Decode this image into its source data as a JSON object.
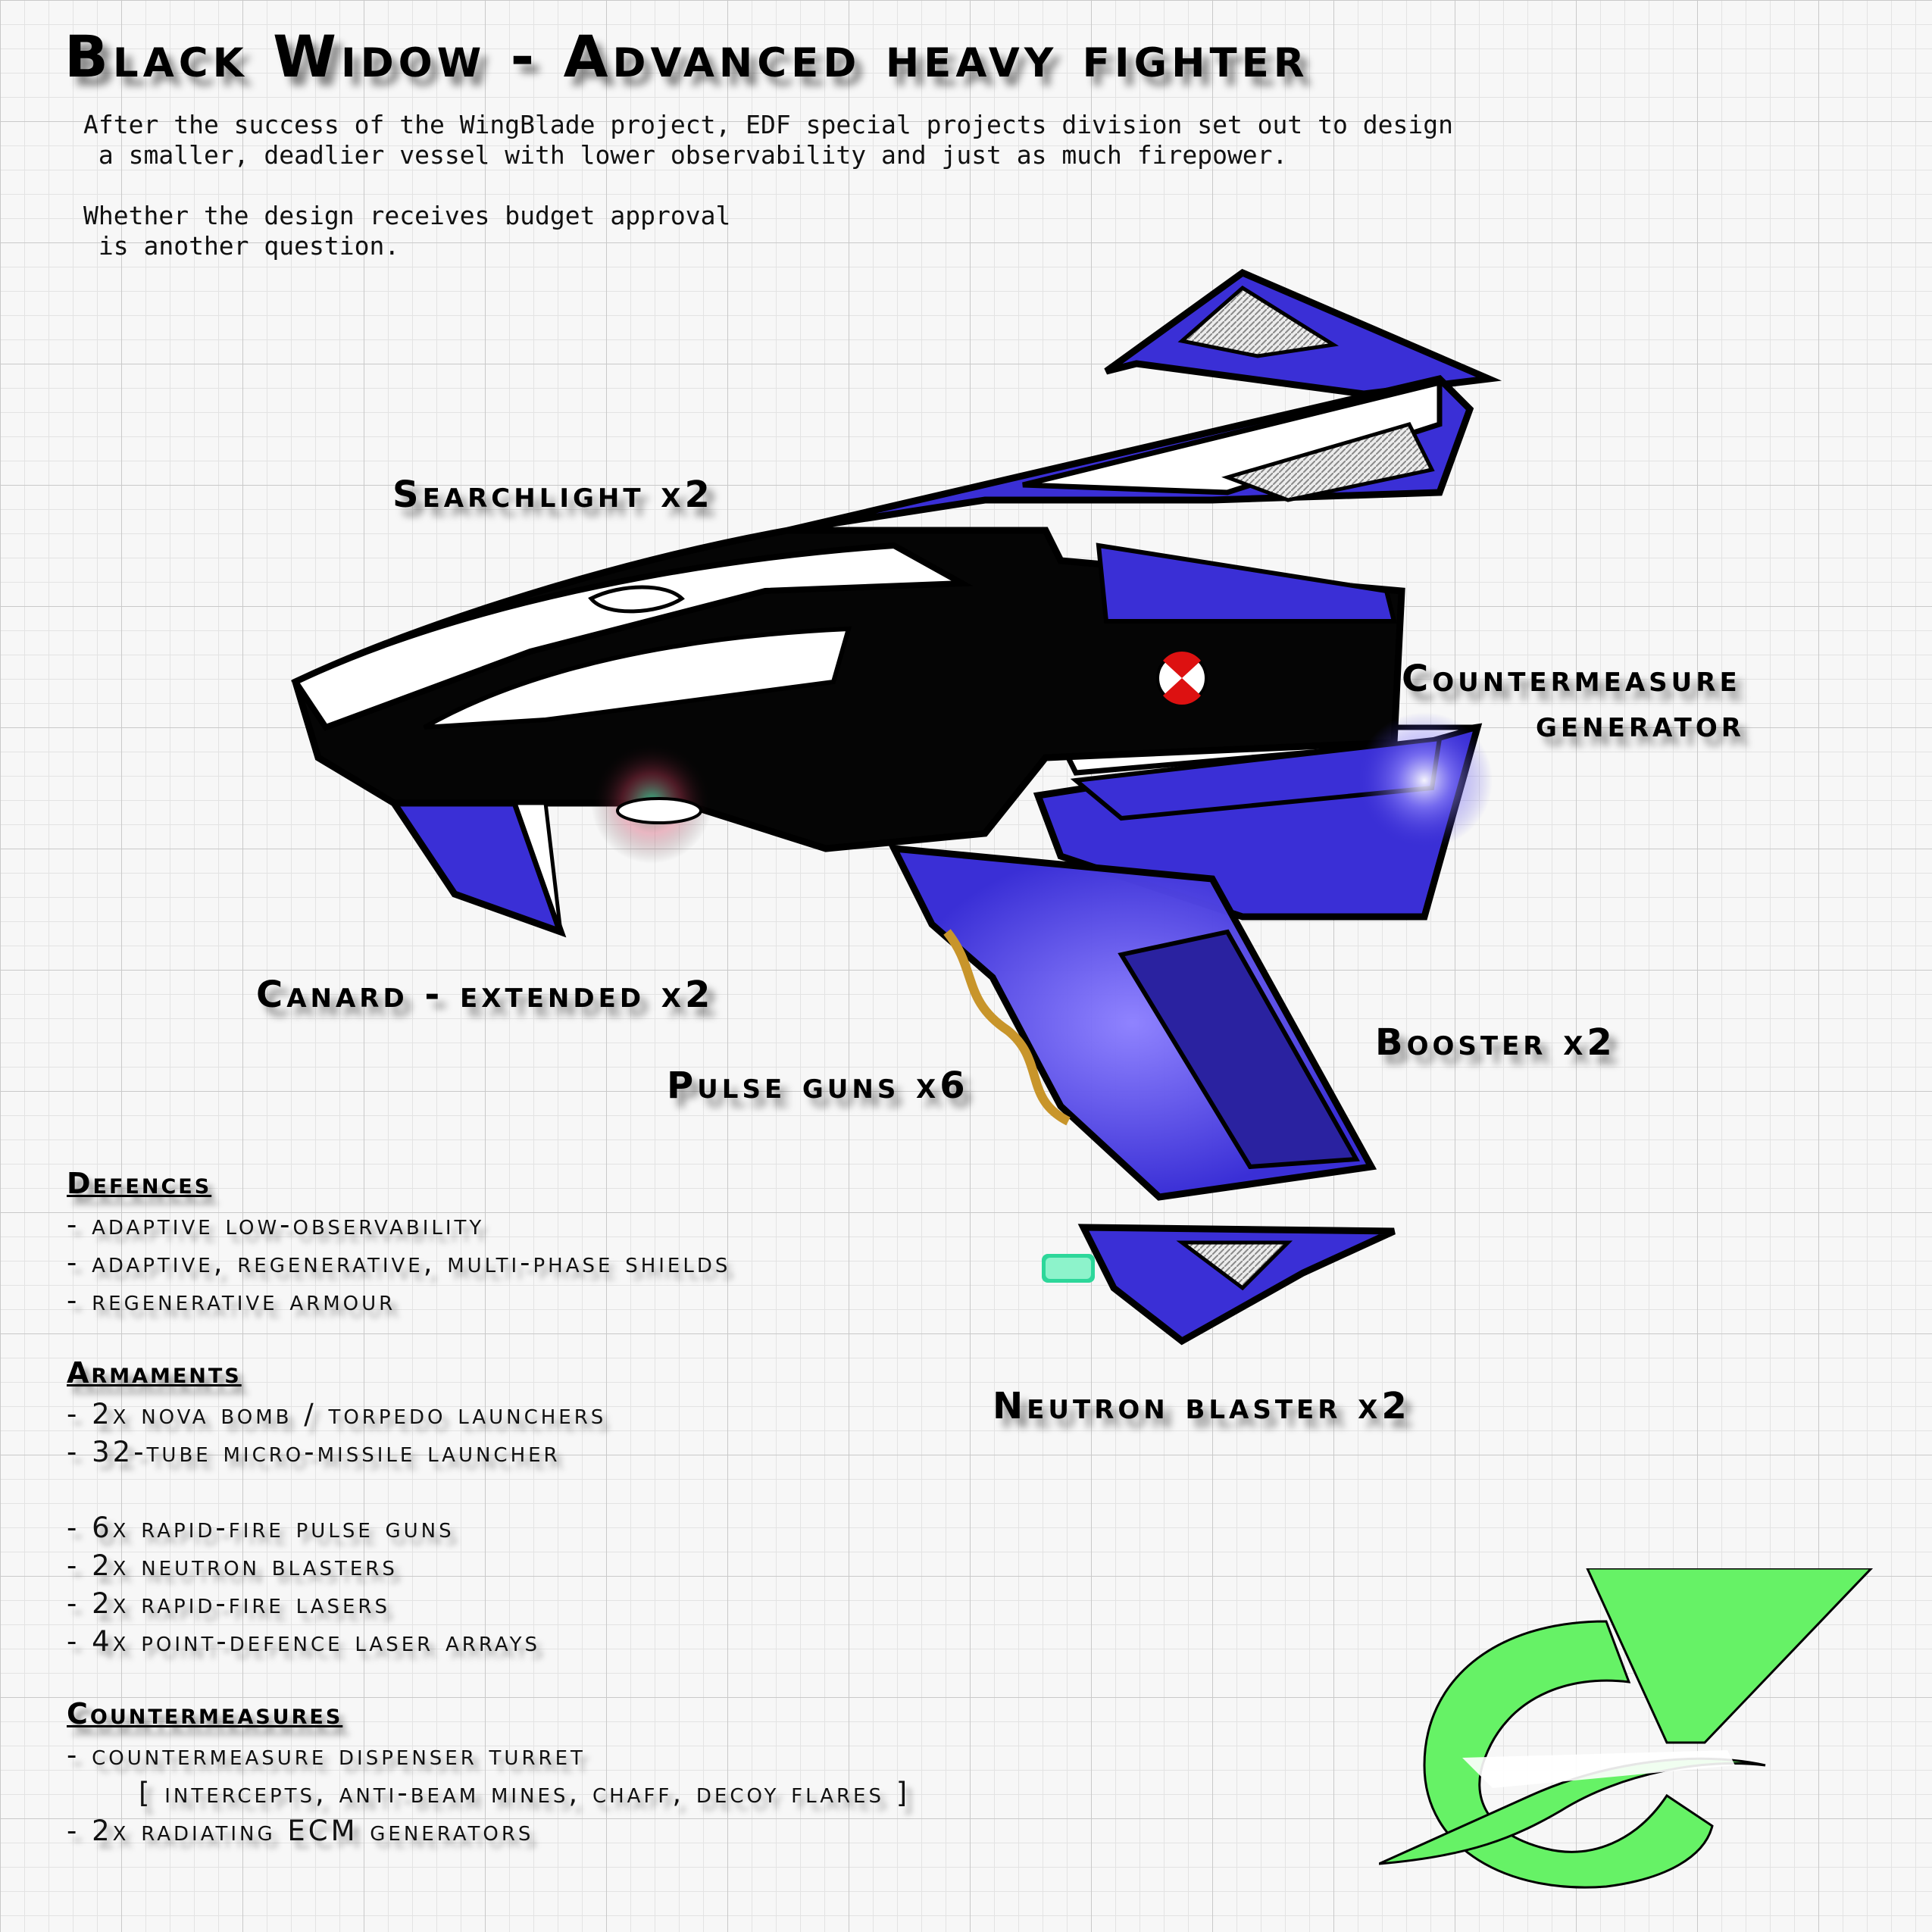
{
  "title": "Black Widow - Advanced heavy fighter",
  "intro": {
    "paragraph1": "After the success of the WingBlade project, EDF special projects division set out to design\n a smaller, deadlier vessel with lower observability and just as much firepower.",
    "paragraph2": "Whether the design receives budget approval\n is another question."
  },
  "callouts": {
    "searchlight": "Searchlight x2",
    "countermeasure_line1": "Countermeasure",
    "countermeasure_line2": "generator",
    "canard": "Canard - extended x2",
    "booster": "Booster x2",
    "pulse_guns": "Pulse guns x6",
    "neutron_blaster": "Neutron blaster x2"
  },
  "defences": {
    "heading": "Defences",
    "items": [
      "- adaptive low-observability",
      "- adaptive, regenerative, multi-phase shields",
      "- regenerative armour"
    ]
  },
  "armaments": {
    "heading": "Armaments",
    "items": [
      "- 2x nova bomb / torpedo launchers",
      "- 32-tube micro-missile launcher",
      "- 6x rapid-fire pulse guns",
      "- 2x neutron blasters",
      "- 2x rapid-fire lasers",
      "- 4x point-defence laser arrays"
    ]
  },
  "countermeasures": {
    "heading": "Countermeasures",
    "items": [
      "- countermeasure dispenser turret",
      "[ intercepts, anti-beam mines, chaff, decoy flares ]",
      "- 2x radiating ECM generators"
    ]
  },
  "colors": {
    "hull_blue": "#3a2fd6",
    "hull_black": "#050505",
    "logo_green": "#66f266",
    "glow_green": "#2dd79a"
  }
}
